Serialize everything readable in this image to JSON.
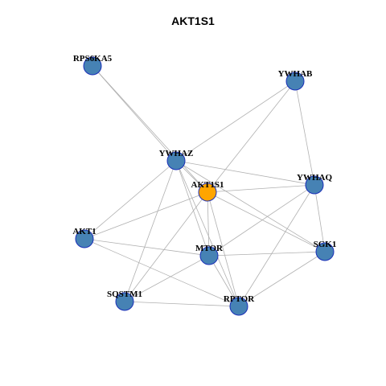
{
  "title": "AKT1S1",
  "colors": {
    "node_default": "#4682b4",
    "node_center": "#ffa500",
    "node_border": "#1a2fb8",
    "edge": "#b0b0b0"
  },
  "nodes": [
    {
      "id": "RPS6KA5",
      "label": "RPS6KA5"
    },
    {
      "id": "YWHAB",
      "label": "YWHAB"
    },
    {
      "id": "YWHAZ",
      "label": "YWHAZ"
    },
    {
      "id": "AKT1S1",
      "label": "AKT1S1",
      "center": true
    },
    {
      "id": "YWHAQ",
      "label": "YWHAQ"
    },
    {
      "id": "AKT1",
      "label": "AKT1"
    },
    {
      "id": "MTOR",
      "label": "MTOR"
    },
    {
      "id": "SGK1",
      "label": "SGK1"
    },
    {
      "id": "SQSTM1",
      "label": "SQSTM1"
    },
    {
      "id": "RPTOR",
      "label": "RPTOR"
    }
  ],
  "edges": [
    [
      "RPS6KA5",
      "YWHAZ"
    ],
    [
      "RPS6KA5",
      "AKT1S1"
    ],
    [
      "YWHAB",
      "YWHAZ"
    ],
    [
      "YWHAB",
      "AKT1S1"
    ],
    [
      "YWHAB",
      "YWHAQ"
    ],
    [
      "YWHAZ",
      "AKT1S1"
    ],
    [
      "YWHAZ",
      "YWHAQ"
    ],
    [
      "YWHAZ",
      "AKT1"
    ],
    [
      "YWHAZ",
      "MTOR"
    ],
    [
      "YWHAZ",
      "SGK1"
    ],
    [
      "YWHAZ",
      "SQSTM1"
    ],
    [
      "YWHAZ",
      "RPTOR"
    ],
    [
      "AKT1S1",
      "YWHAQ"
    ],
    [
      "AKT1S1",
      "AKT1"
    ],
    [
      "AKT1S1",
      "MTOR"
    ],
    [
      "AKT1S1",
      "SGK1"
    ],
    [
      "AKT1S1",
      "SQSTM1"
    ],
    [
      "AKT1S1",
      "RPTOR"
    ],
    [
      "YWHAQ",
      "MTOR"
    ],
    [
      "YWHAQ",
      "SGK1"
    ],
    [
      "YWHAQ",
      "RPTOR"
    ],
    [
      "AKT1",
      "MTOR"
    ],
    [
      "AKT1",
      "RPTOR"
    ],
    [
      "MTOR",
      "SGK1"
    ],
    [
      "MTOR",
      "SQSTM1"
    ],
    [
      "MTOR",
      "RPTOR"
    ],
    [
      "SGK1",
      "RPTOR"
    ],
    [
      "SQSTM1",
      "RPTOR"
    ]
  ]
}
